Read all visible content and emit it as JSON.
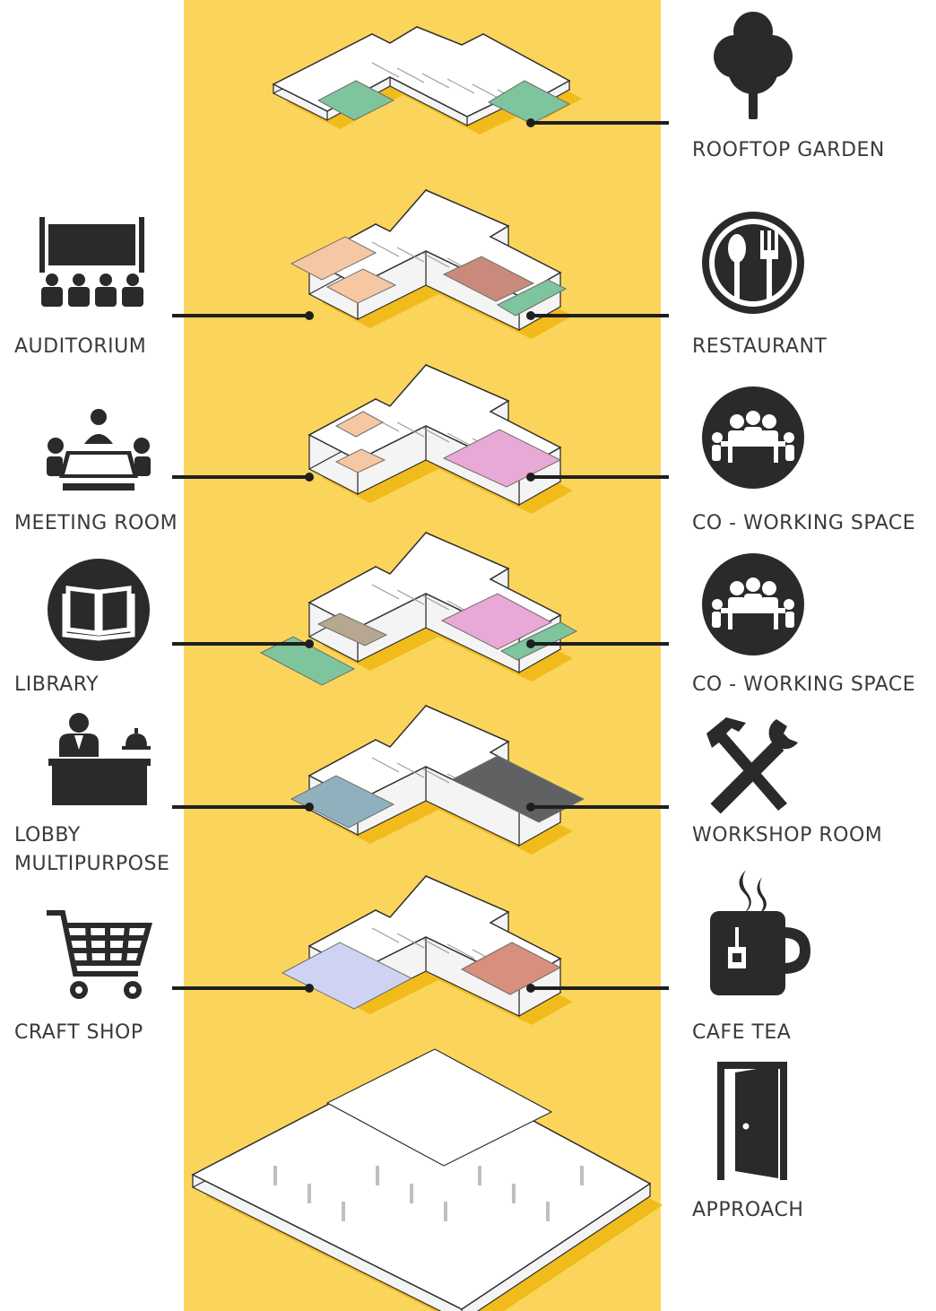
{
  "colors": {
    "band": "#fbd55b",
    "shadow": "#f1bb1c",
    "icon": "#2a2a2a",
    "floor_top": "#ffffff",
    "wall": "#f4f4f4",
    "edge": "#2f2f2f"
  },
  "floors": [
    {
      "id": "roof",
      "left_label": null,
      "left_icon": null,
      "right_label": "ROOFTOP GARDEN",
      "right_icon": "tree-icon",
      "zone_colors": [
        "#7ec49c"
      ]
    },
    {
      "id": "level-5",
      "left_label": "AUDITORIUM",
      "left_icon": "theater-seats-icon",
      "right_label": "RESTAURANT",
      "right_icon": "spoon-fork-icon",
      "zone_colors": [
        "#f6c7a3",
        "#c98a7b",
        "#7ec49c"
      ]
    },
    {
      "id": "level-4",
      "left_label": "MEETING ROOM",
      "left_icon": "meeting-table-icon",
      "right_label": "CO - WORKING SPACE",
      "right_icon": "coworking-icon",
      "zone_colors": [
        "#f6c7a3",
        "#e9a9d6"
      ]
    },
    {
      "id": "level-3",
      "left_label": "LIBRARY",
      "left_icon": "open-book-icon",
      "right_label": "CO - WORKING SPACE",
      "right_icon": "coworking-icon",
      "zone_colors": [
        "#b8a790",
        "#e9a9d6",
        "#7ec49c"
      ]
    },
    {
      "id": "level-2",
      "left_label": "LOBBY\nMULTIPURPOSE",
      "left_icon": "reception-desk-icon",
      "right_label": "WORKSHOP ROOM",
      "right_icon": "hammer-wrench-icon",
      "zone_colors": [
        "#8fb1bd",
        "#5f6163"
      ]
    },
    {
      "id": "level-1",
      "left_label": "CRAFT SHOP",
      "left_icon": "shopping-cart-icon",
      "right_label": "CAFE TEA",
      "right_icon": "tea-mug-icon",
      "zone_colors": [
        "#cfd3f3",
        "#d98f7d"
      ]
    },
    {
      "id": "ground",
      "left_label": null,
      "left_icon": null,
      "right_label": "APPROACH",
      "right_icon": "open-door-icon",
      "zone_colors": []
    }
  ]
}
